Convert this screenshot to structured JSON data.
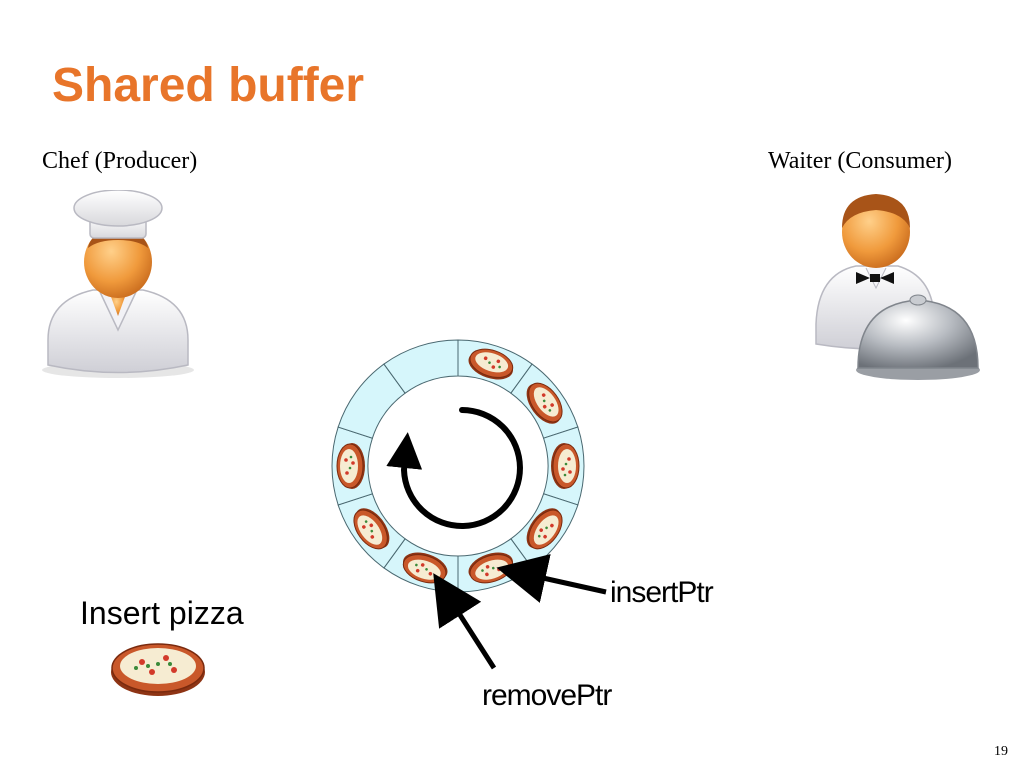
{
  "slide": {
    "title": "Shared buffer",
    "page_number": "19"
  },
  "producer": {
    "label": "Chef (Producer)"
  },
  "consumer": {
    "label": "Waiter (Consumer)"
  },
  "buffer": {
    "slot_count": 10,
    "filled_slots": [
      0,
      1,
      2,
      3,
      4,
      5,
      6,
      7
    ],
    "insert_pointer_label": "insertPtr",
    "remove_pointer_label": "removePtr",
    "direction": "clockwise"
  },
  "action": {
    "label": "Insert pizza"
  },
  "colors": {
    "title": "#e8752a",
    "ring_fill": "#d6f6fb",
    "ring_stroke": "#4a6870"
  }
}
